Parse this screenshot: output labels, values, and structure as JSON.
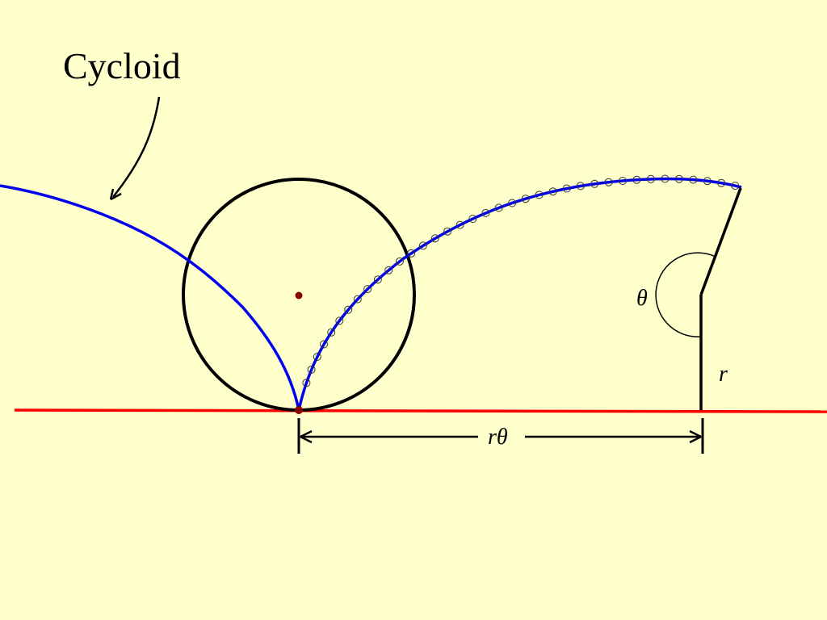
{
  "diagram": {
    "title": "Cycloid",
    "labels": {
      "theta": "θ",
      "radius": "r",
      "arc_length": "rθ"
    },
    "colors": {
      "background": "#ffffcc",
      "ground_line": "#ff0000",
      "cycloid_curve": "#0000ee",
      "circle": "#000000",
      "center_point": "#880000",
      "sample_markers": "#333333",
      "annotation": "#000000"
    },
    "elements": [
      "ground-line",
      "rolling-circle",
      "circle-center-dot",
      "contact-point-dot",
      "cycloid-curve-left",
      "cycloid-curve-right",
      "cycloid-sample-markers",
      "annotation-arrow",
      "radius-line",
      "rotated-radius-line",
      "angle-arc",
      "arc-length-dimension"
    ]
  }
}
